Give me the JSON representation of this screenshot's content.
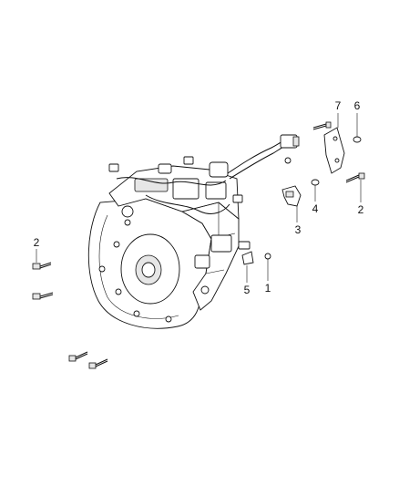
{
  "diagram": {
    "callouts": [
      {
        "id": "c2-left",
        "label": "2"
      },
      {
        "id": "c1",
        "label": "1"
      },
      {
        "id": "c5",
        "label": "5"
      },
      {
        "id": "c3",
        "label": "3"
      },
      {
        "id": "c4",
        "label": "4"
      },
      {
        "id": "c2-right",
        "label": "2"
      },
      {
        "id": "c7",
        "label": "7"
      },
      {
        "id": "c6",
        "label": "6"
      }
    ]
  }
}
